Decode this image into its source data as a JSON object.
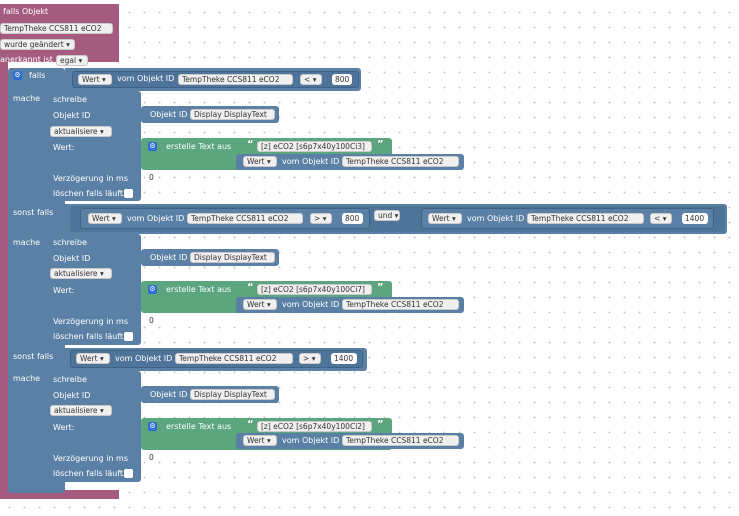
{
  "trigger": {
    "title": "falls Objekt",
    "object": "TempTheke CCS811 eCO2",
    "mode": "wurde geändert",
    "ack_label": "anerkannt ist",
    "ack_value": "egal"
  },
  "labels": {
    "if": "falls",
    "elseif": "sonst falls",
    "do": "mache",
    "write": "schreibe",
    "object_id": "Objekt ID",
    "update": "aktualisiere",
    "value": "Wert:",
    "delay": "Verzögerung in ms",
    "clear": "löschen falls läuft",
    "create_text": "erstelle Text aus",
    "value_of": "vom Objekt ID",
    "wert_dd": "Wert",
    "and": "und",
    "oid_prefix": "Objekt ID"
  },
  "conditions": {
    "c1": {
      "object": "TempTheke CCS811 eCO2",
      "op": "<",
      "value": "800"
    },
    "c2a": {
      "object": "TempTheke CCS811 eCO2",
      "op": ">",
      "value": "800"
    },
    "c2b": {
      "object": "TempTheke CCS811 eCO2",
      "op": "<",
      "value": "1400"
    },
    "c3": {
      "object": "TempTheke CCS811 eCO2",
      "op": ">",
      "value": "1400"
    }
  },
  "actions": [
    {
      "target": "Display DisplayText",
      "text": "[z] eCO2 [s6p7x40y100Ci3]",
      "source": "TempTheke CCS811 eCO2",
      "delay": "0"
    },
    {
      "target": "Display DisplayText",
      "text": "[z] eCO2 [s6p7x40y100Ci7]",
      "source": "TempTheke CCS811 eCO2",
      "delay": "0"
    },
    {
      "target": "Display DisplayText",
      "text": "[z] eCO2 [s6p7x40y100Ci2]",
      "source": "TempTheke CCS811 eCO2",
      "delay": "0"
    }
  ],
  "colors": {
    "trigger": "#a55b80",
    "logic": "#5b80a5",
    "text": "#5ba57f",
    "gear": "#2f6ed4"
  }
}
